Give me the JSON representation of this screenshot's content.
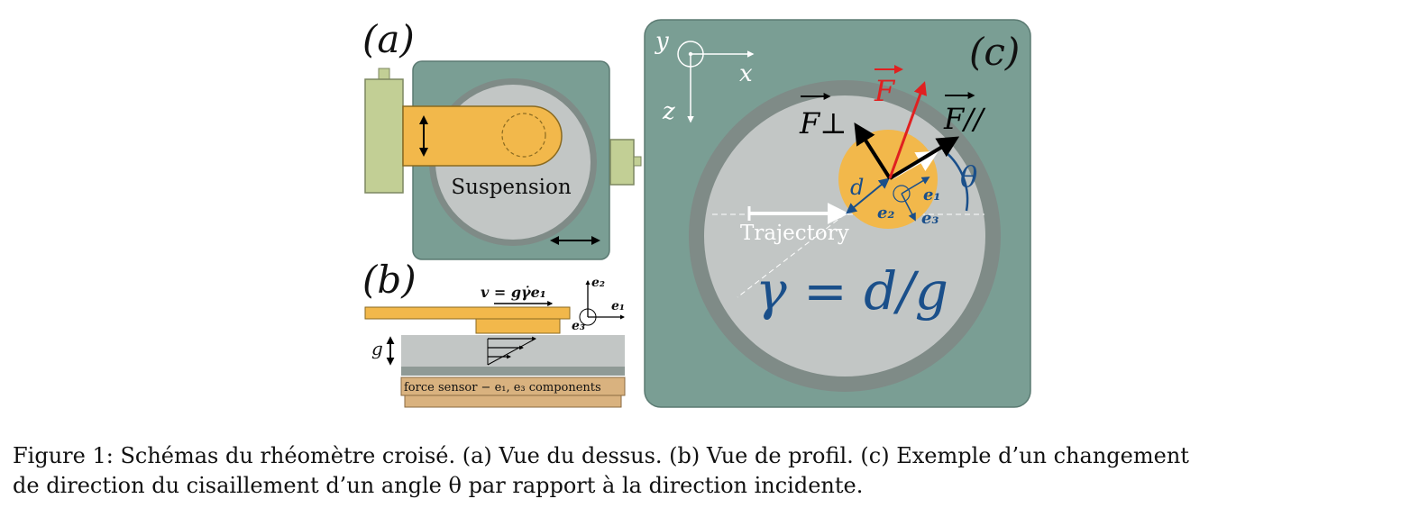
{
  "panel_a": {
    "letter": "(a)",
    "suspension_label": "Suspension"
  },
  "panel_b": {
    "letter": "(b)",
    "velocity_label": "v = gγ̇e₁",
    "axis_e2": "e₂",
    "axis_e1": "e₁",
    "axis_e3": "e₃",
    "gap_label": "g",
    "sensor_label": "force sensor − e₁, e₃ components"
  },
  "panel_c": {
    "letter": "(c)",
    "axis_y": "y",
    "axis_x": "x",
    "axis_z": "z",
    "force_total": "F",
    "force_perp": "F⊥",
    "force_par": "F//",
    "theta": "θ",
    "d_label": "d",
    "e1": "e₁",
    "e2": "e₂",
    "e3": "e₃",
    "trajectory": "Trajectory",
    "strain": "γ = d/g"
  },
  "caption": {
    "line1": "Figure 1: Schémas du rhéomètre croisé. (a) Vue du dessus. (b) Vue de profil. (c) Exemple d’un changement",
    "line2": "de direction du cisaillement d’un angle θ par rapport à la direction incidente."
  },
  "colors": {
    "housing": "#7a9e94",
    "ring": "#7f8b87",
    "disc": "#c2c6c5",
    "orange": "#f2b84b",
    "motor": "#c2cf95",
    "sensor": "#d9b27f",
    "red": "#e02020",
    "blue": "#1a4f8a"
  }
}
